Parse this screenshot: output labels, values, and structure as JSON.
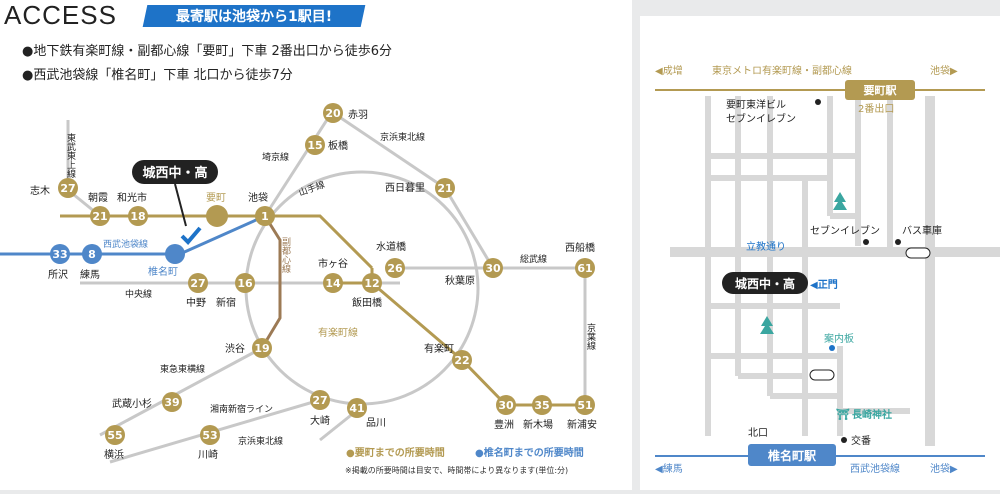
{
  "header": {
    "title": "ACCESS",
    "banner": "最寄駅は池袋から1駅目!"
  },
  "info": [
    "●地下鉄有楽町線・副都心線「要町」下車 2番出口から徒歩6分",
    "●西武池袋線「椎名町」下車 北口から徒歩7分"
  ],
  "colors": {
    "gold": "#b39a52",
    "blue": "#4f87c9",
    "gray": "#c8c8c8",
    "brown": "#9c7a55",
    "dark": "#222222"
  },
  "routemap": {
    "school_badge": "城西中・高",
    "stations": {
      "kaname": "要町",
      "ikebukuro": "池袋",
      "akabane": "赤羽",
      "itabashi": "板橋",
      "nishinippori": "西日暮里",
      "suidobashi": "水道橋",
      "ichigaya": "市ヶ谷",
      "iidabashi": "飯田橋",
      "akihabara": "秋葉原",
      "nishifunabashi": "西船橋",
      "nakano": "中野",
      "shinjuku": "新宿",
      "shibuya": "渋谷",
      "yurakucho": "有楽町",
      "toyosu": "豊洲",
      "shinkiba": "新木場",
      "shinurayasu": "新浦安",
      "shiki": "志木",
      "asaka": "朝霞",
      "wakoshi": "和光市",
      "tokorozawa": "所沢",
      "nerima": "練馬",
      "shiinamachi": "椎名町",
      "musashikosugi": "武蔵小杉",
      "ohsaki": "大崎",
      "shinagawa": "品川",
      "yokohama": "横浜",
      "kawasaki": "川崎"
    },
    "lines": {
      "tobu_tojo": "東武東上線",
      "saikyo": "埼京線",
      "keihin_tohoku_top": "京浜東北線",
      "yamanote": "山手線",
      "fukutoshin": "副都心線",
      "seibu_ikebukuro": "西武池袋線",
      "sobu": "総武線",
      "keiyo": "京葉線",
      "chuo": "中央線",
      "yurakucho": "有楽町線",
      "toyoko": "東急東横線",
      "shonan_shinjuku": "湘南新宿ライン",
      "keihin_tohoku_bottom": "京浜東北線"
    },
    "times": {
      "akabane": "20",
      "itabashi": "15",
      "nishinippori": "21",
      "ikebukuro": "1",
      "suidobashi": "26",
      "ichigaya": "14",
      "iidabashi": "12",
      "akihabara": "30",
      "nishifunabashi": "61",
      "nakano": "27",
      "shinjuku": "16",
      "shibuya": "19",
      "yurakucho": "22",
      "toyosu": "30",
      "shinkiba": "35",
      "shinurayasu": "51",
      "shiki": "27",
      "asaka": "21",
      "wakoshi": "18",
      "tokorozawa": "33",
      "nerima": "8",
      "musashikosugi": "39",
      "ohsaki": "27",
      "shinagawa": "41",
      "yokohama": "55",
      "kawasaki": "53"
    },
    "legend": {
      "gold": "●要町までの所要時間",
      "blue": "●椎名町までの所要時間"
    },
    "note": "※掲載の所要時間は目安で、時間帯により異なります(単位:分)"
  },
  "areamap": {
    "top_left": "◀成增",
    "top_line": "東京メトロ有楽町線・副都心線",
    "top_right": "池袋▶",
    "kanamecho_station": "要町駅",
    "exit2": "2番出口",
    "building_line1": "要町東洋ビル",
    "building_line2": "セブンイレブン",
    "seven_eleven": "セブンイレブン",
    "bus_garage": "バス車庫",
    "rikkyo_street": "立教通り",
    "school": "城西中・高",
    "main_gate": "◀正門",
    "info_board": "案内板",
    "shrine": "長崎神社",
    "north_exit": "北口",
    "police_box": "交番",
    "bottom_left": "◀練馬",
    "shiinamachi_station": "椎名町駅",
    "bottom_line": "西武池袋線",
    "bottom_right": "池袋▶"
  }
}
